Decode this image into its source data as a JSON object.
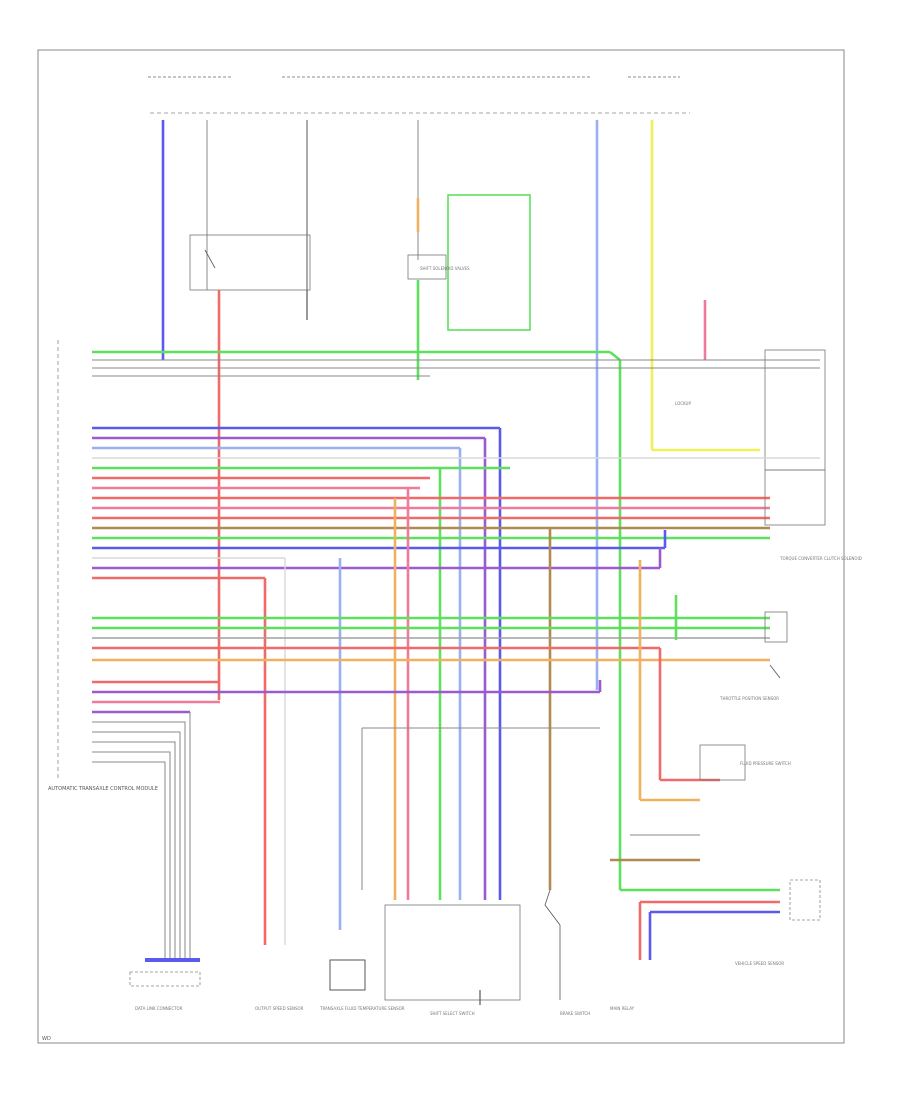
{
  "diagram": {
    "corner_code": "WD",
    "colors": {
      "blue": "#5a5af0",
      "green": "#5ee05e",
      "red": "#f06a6a",
      "pink": "#f07a9a",
      "orange": "#f0b060",
      "yellow": "#f0f05a",
      "purple": "#9a5ad0",
      "lightblue": "#9ab0f0",
      "brown": "#b08a50",
      "gray": "#a0a0a0",
      "black": "#444444",
      "white": "#d8d8d8"
    },
    "left_module_label": "AUTOMATIC TRANSAXLE CONTROL MODULE",
    "components": {
      "dlc": "DATA LINK CONNECTOR",
      "speed_sensor": "OUTPUT SPEED SENSOR",
      "temp_sensor": "TRANSAXLE FLUID TEMPERATURE SENSOR",
      "select_switch": "SHIFT SELECT SWITCH",
      "brake_switch": "BRAKE SWITCH",
      "throttle_sensor": "THROTTLE POSITION SENSOR",
      "solenoid_upper": "SHIFT SOLENOID VALVES",
      "solenoid_lower": "TORQUE CONVERTER CLUTCH SOLENOID",
      "pressure_switch": "FLUID PRESSURE SWITCH",
      "lockup": "LOCKUP",
      "speedo": "VEHICLE SPEED SENSOR",
      "relay": "MAIN RELAY"
    }
  }
}
